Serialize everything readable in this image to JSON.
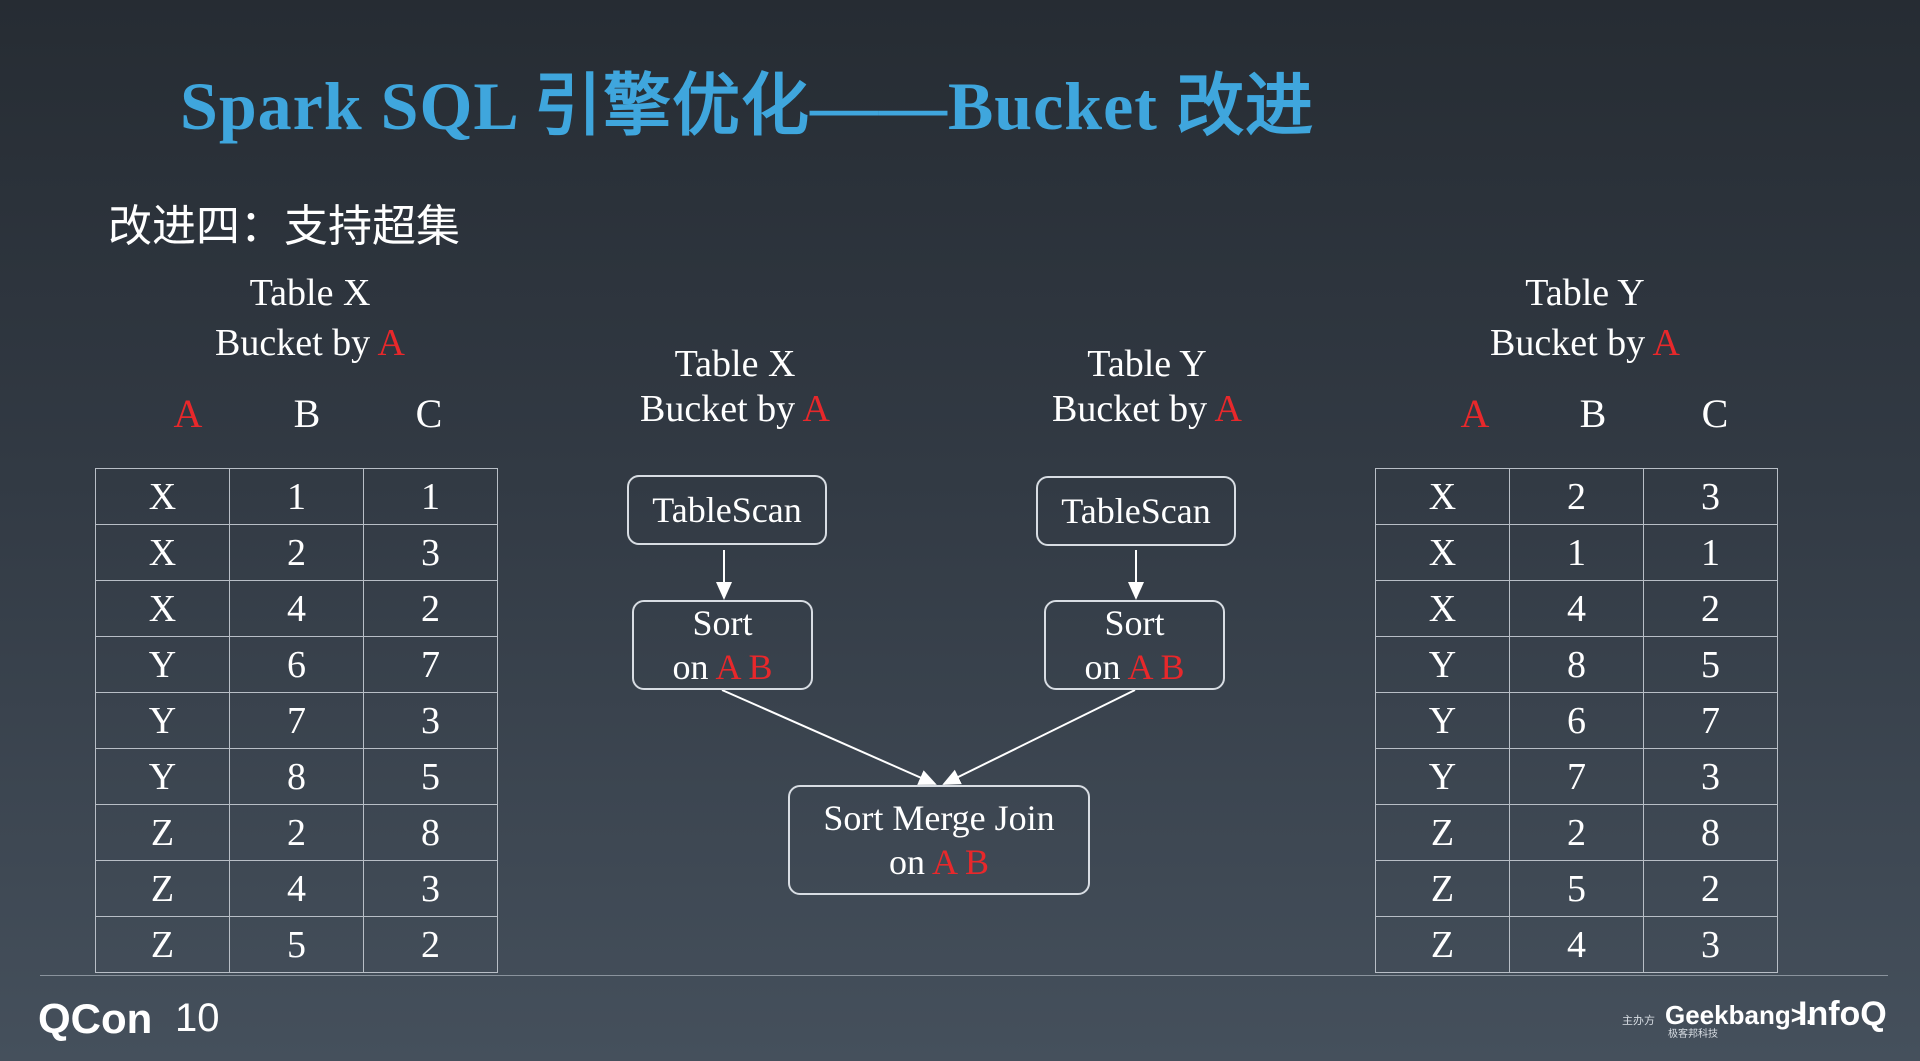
{
  "title": "Spark SQL 引擎优化——Bucket 改进",
  "subtitle": "改进四：支持超集",
  "left_table": {
    "name": "Table X",
    "bucket_prefix": "Bucket by",
    "bucket_key": "A",
    "columns": [
      "A",
      "B",
      "C"
    ],
    "rows": [
      [
        "X",
        "1",
        "1"
      ],
      [
        "X",
        "2",
        "3"
      ],
      [
        "X",
        "4",
        "2"
      ],
      [
        "Y",
        "6",
        "7"
      ],
      [
        "Y",
        "7",
        "3"
      ],
      [
        "Y",
        "8",
        "5"
      ],
      [
        "Z",
        "2",
        "8"
      ],
      [
        "Z",
        "4",
        "3"
      ],
      [
        "Z",
        "5",
        "2"
      ]
    ]
  },
  "right_table": {
    "name": "Table Y",
    "bucket_prefix": "Bucket by",
    "bucket_key": "A",
    "columns": [
      "A",
      "B",
      "C"
    ],
    "rows": [
      [
        "X",
        "2",
        "3"
      ],
      [
        "X",
        "1",
        "1"
      ],
      [
        "X",
        "4",
        "2"
      ],
      [
        "Y",
        "8",
        "5"
      ],
      [
        "Y",
        "6",
        "7"
      ],
      [
        "Y",
        "7",
        "3"
      ],
      [
        "Z",
        "2",
        "8"
      ],
      [
        "Z",
        "5",
        "2"
      ],
      [
        "Z",
        "4",
        "3"
      ]
    ]
  },
  "plan": {
    "left_caption": {
      "name": "Table X",
      "bucket_prefix": "Bucket by",
      "bucket_key": "A"
    },
    "right_caption": {
      "name": "Table Y",
      "bucket_prefix": "Bucket by",
      "bucket_key": "A"
    },
    "scan_label": "TableScan",
    "sort_label": "Sort",
    "on_label": "on",
    "sort_keys": "A B",
    "join_label": "Sort Merge Join",
    "join_keys": "A B"
  },
  "footer": {
    "qcon": "QCon",
    "ten": "10",
    "organizer": "主办方",
    "geekbang": "Geekbang>.",
    "geekbang_sub": "极客邦科技",
    "infoq": "InfoQ"
  },
  "colors": {
    "title": "#3fa6dd",
    "accent_red": "#e8282b",
    "text": "#ffffff"
  }
}
